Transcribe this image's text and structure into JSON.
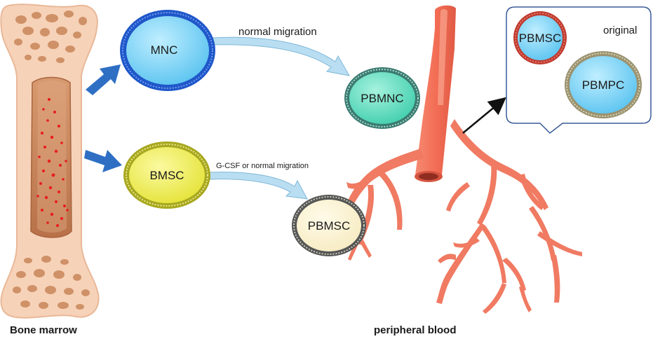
{
  "captions": {
    "bone_marrow": "Bone marrow",
    "peripheral_blood": "peripheral blood"
  },
  "cells": {
    "mnc": "MNC",
    "bmsc": "BMSC",
    "pbmnc": "PBMNC",
    "pbmsc": "PBMSC"
  },
  "flows": {
    "mnc_to_pbmnc": "normal migration",
    "bmsc_to_pbmsc": "G-CSF or normal migration"
  },
  "callout": {
    "title": "original",
    "cell_a": "PBMSC",
    "cell_b": "PBMPC"
  },
  "colors": {
    "mnc_fill": "#6fd0f5",
    "mnc_ring": "#1f57c9",
    "bmsc_fill": "#f0ee5a",
    "bmsc_ring": "#a8a820",
    "pbmnc_fill": "#5fdcc0",
    "pbmnc_ring": "#3a7a70",
    "pbmsc_fill": "#fdf5d6",
    "pbmsc_ring": "#555555",
    "callout_pbmsc_ring": "#c03a2e",
    "callout_pbmpc_ring": "#9a9270",
    "bone": "#f6d2b8",
    "marrow": "#c9855e",
    "vessel": "#f07a62",
    "arrow_blue": "#2e6fc4",
    "arrow_light": "#b9def2",
    "dot_red": "#e81c1c"
  }
}
